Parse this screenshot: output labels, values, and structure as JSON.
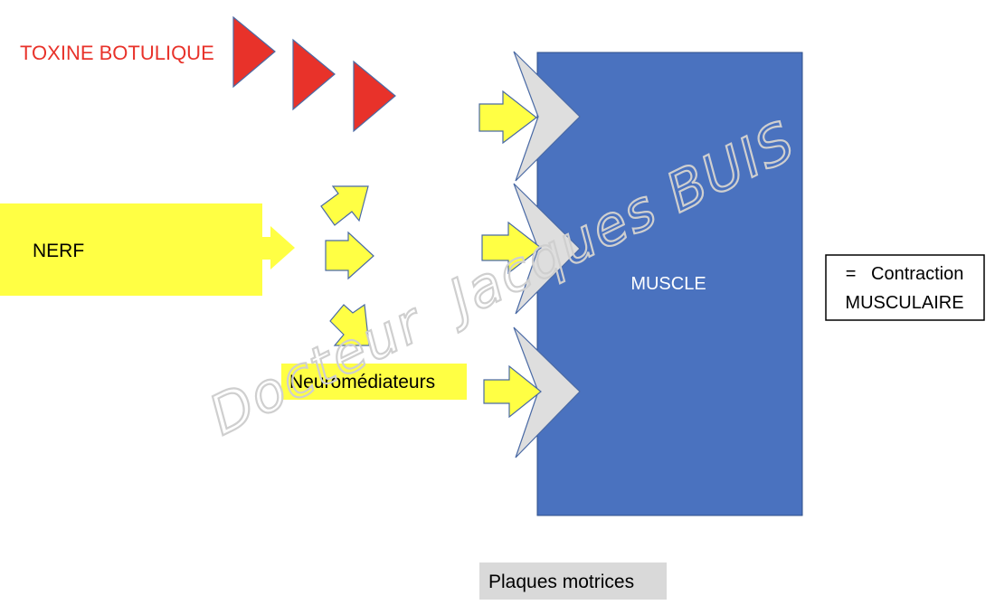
{
  "labels": {
    "toxin": "TOXINE BOTULIQUE",
    "nerve": "NERF",
    "neurotransmitters": "Neuromédiateurs",
    "muscle": "MUSCLE",
    "result_line1": "=   Contraction",
    "result_line2": "MUSCULAIRE",
    "motor_plates": "Plaques motrices"
  },
  "watermark": "Docteur  Jacques BUIS",
  "colors": {
    "toxin": "#e8322a",
    "nerve": "#ffff44",
    "muscle": "#4a72bf",
    "plate": "#dedede",
    "caption_bg": "#d9d9d9"
  }
}
